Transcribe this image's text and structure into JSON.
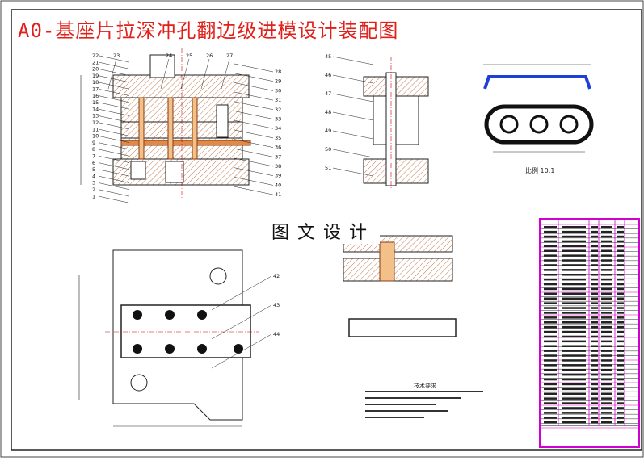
{
  "title": "A0-基座片拉深冲孔翻边级进模设计装配图",
  "watermark": "图文设计",
  "labels": {
    "assembly_left": [
      "22",
      "21",
      "20",
      "19",
      "18",
      "17",
      "16",
      "15",
      "14",
      "13",
      "12",
      "11",
      "10",
      "9",
      "8",
      "7",
      "6",
      "5",
      "4",
      "3",
      "2",
      "1"
    ],
    "assembly_top": [
      "23",
      "24",
      "25",
      "26",
      "27"
    ],
    "assembly_right": [
      "28",
      "29",
      "30",
      "31",
      "32",
      "33",
      "34",
      "35",
      "36",
      "37",
      "38",
      "39",
      "40",
      "41"
    ],
    "punch_detail": [
      "45",
      "46",
      "47",
      "48",
      "49",
      "50",
      "51"
    ],
    "plan_view": [
      "42",
      "43",
      "44"
    ]
  },
  "part_caption": "比例 10:1",
  "tech_title": "技术要求",
  "colors": {
    "title_red": "#e0201a",
    "part_blue": "#1f3fd6",
    "bom_magenta": "#d000d0",
    "hatch_red": "#c06040"
  }
}
